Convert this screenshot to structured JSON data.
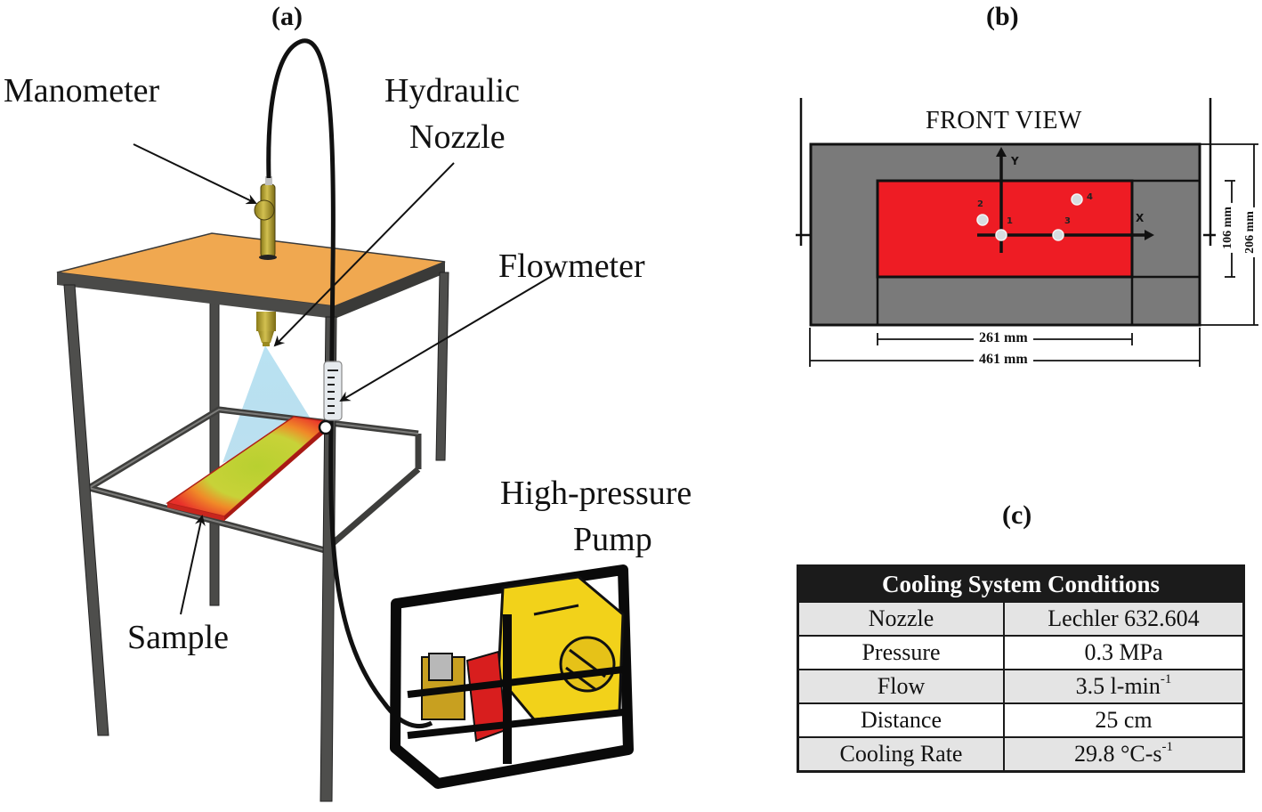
{
  "panels": {
    "a": {
      "label": "(a)",
      "callouts": {
        "manometer": "Manometer",
        "nozzle_line1": "Hydraulic",
        "nozzle_line2": "Nozzle",
        "flowmeter": "Flowmeter",
        "pump_line1": "High-pressure",
        "pump_line2": "Pump",
        "sample": "Sample"
      },
      "colors": {
        "table_top": "#F0A850",
        "frame": "#4a4a48",
        "brass": "#B8A030",
        "spray": "#A8D8EC",
        "sample_hot": "#E8302A",
        "sample_cool": "#B8D030",
        "pump_yellow": "#F2D21A",
        "pump_red": "#D81E1E"
      }
    },
    "b": {
      "label": "(b)",
      "title": "FRONT VIEW",
      "dimensions": {
        "inner_width": "261 mm",
        "outer_width": "461 mm",
        "inner_height": "106 mm",
        "outer_height": "206 mm"
      },
      "axes": {
        "x": "X",
        "y": "Y"
      },
      "points": [
        {
          "id": "1",
          "label": "1"
        },
        {
          "id": "2",
          "label": "2"
        },
        {
          "id": "3",
          "label": "3"
        },
        {
          "id": "4",
          "label": "4"
        }
      ],
      "colors": {
        "plate": "#7a7a7a",
        "sample": "#EE1C24",
        "point": "#d7dde0"
      }
    },
    "c": {
      "label": "(c)",
      "table": {
        "title": "Cooling System Conditions",
        "rows": [
          {
            "key": "Nozzle",
            "value": "Lechler 632.604",
            "sup": ""
          },
          {
            "key": "Pressure",
            "value": "0.3 MPa",
            "sup": ""
          },
          {
            "key": "Flow",
            "value": "3.5 l-min",
            "sup": "-1"
          },
          {
            "key": "Distance",
            "value": "25 cm",
            "sup": ""
          },
          {
            "key": "Cooling Rate",
            "value": "29.8 °C-s",
            "sup": "-1"
          }
        ]
      }
    }
  }
}
